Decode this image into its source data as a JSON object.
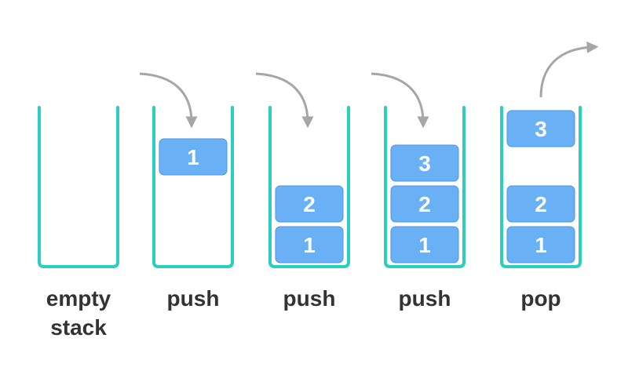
{
  "colors": {
    "container": "#2ecdc2",
    "block_fill": "#6ab0f5",
    "block_stroke": "#4a96e6",
    "block_text": "#ffffff",
    "arrow": "#a6a6a6",
    "label_text": "#333333",
    "background": "#ffffff"
  },
  "steps": [
    {
      "operation": "none",
      "label_lines": [
        "empty",
        "stack"
      ],
      "stack": [],
      "moving": null
    },
    {
      "operation": "push",
      "label_lines": [
        "push"
      ],
      "stack": [],
      "moving": "1"
    },
    {
      "operation": "push",
      "label_lines": [
        "push"
      ],
      "stack": [
        "1",
        "2"
      ],
      "moving": null
    },
    {
      "operation": "push",
      "label_lines": [
        "push"
      ],
      "stack": [
        "1",
        "2",
        "3"
      ],
      "moving": null
    },
    {
      "operation": "pop",
      "label_lines": [
        "pop"
      ],
      "stack": [
        "1",
        "2"
      ],
      "moving": "3"
    }
  ]
}
